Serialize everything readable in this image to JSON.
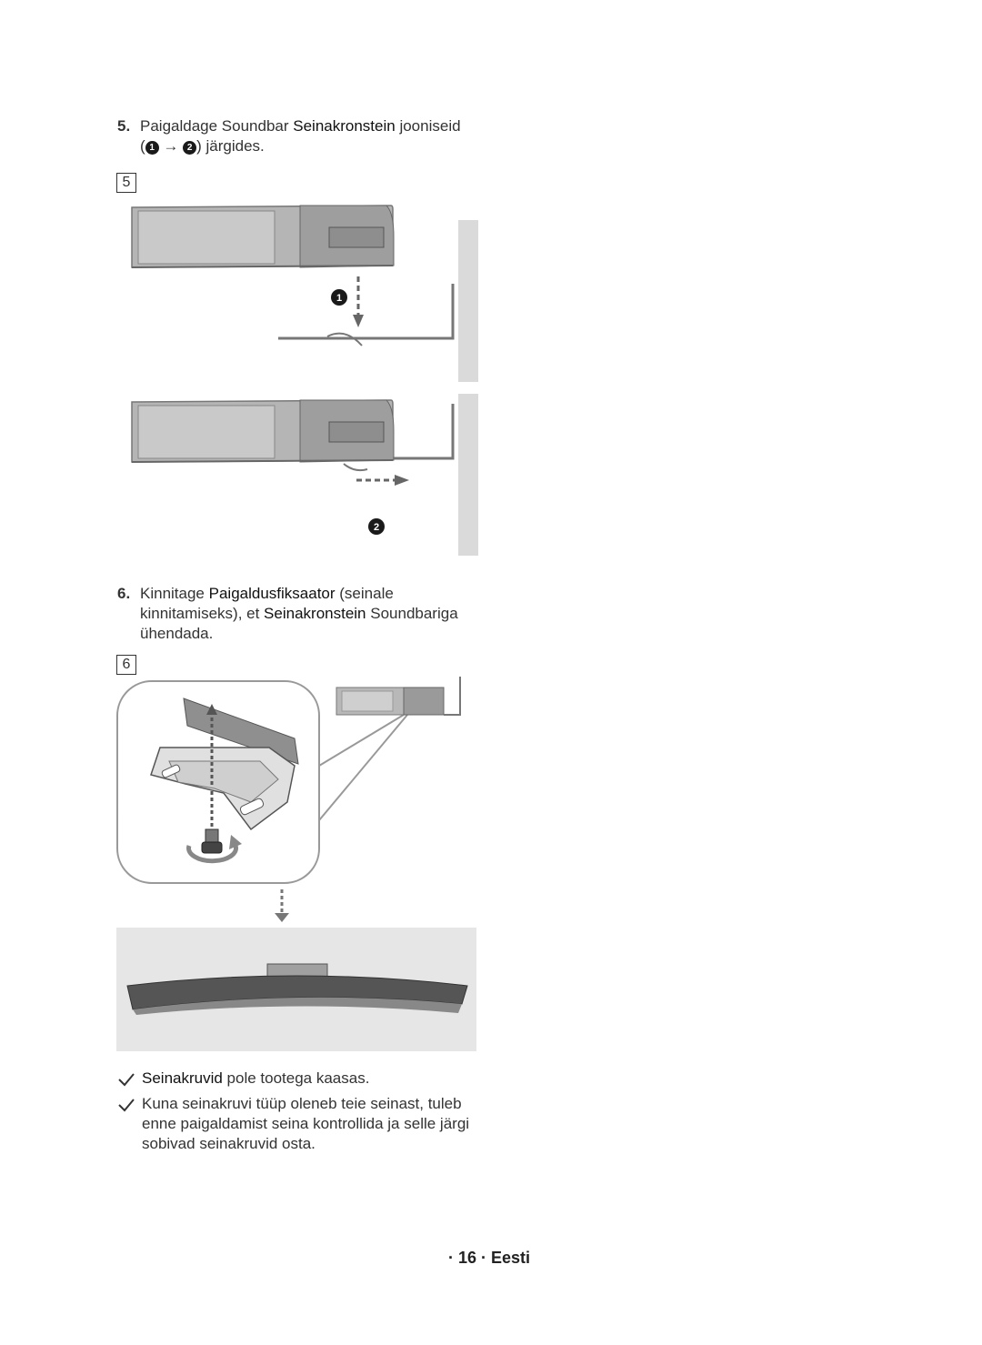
{
  "step5": {
    "number": "5.",
    "line1_a": "Paigaldage Soundbar ",
    "line1_b": "Seinakronstein",
    "line1_c": " jooniseid",
    "line2_open": "(",
    "marker1": "1",
    "arrow": "→",
    "marker2": "2",
    "line2_close": ") järgides."
  },
  "figure5": {
    "label": "5",
    "marker1": "1",
    "marker2": "2"
  },
  "step6": {
    "number": "6.",
    "line1_a": "Kinnitage ",
    "line1_b": "Paigaldusfiksaator",
    "line1_c": " (seinale",
    "line2_a": "kinnitamiseks), et ",
    "line2_b": "Seinakronstein",
    "line2_c": " Soundbariga",
    "line3": "ühendada."
  },
  "figure6": {
    "label": "6"
  },
  "notes": {
    "note1_a": "Seinakruvid",
    "note1_b": " pole tootega kaasas.",
    "note2_line1": "Kuna seinakruvi tüüp oleneb teie seinast, tuleb",
    "note2_line2": "enne paigaldamist seina kontrollida ja selle järgi",
    "note2_line3": "sobivad seinakruvid osta."
  },
  "footer": {
    "text": "· 16 · Eesti"
  },
  "colors": {
    "bar_gray": "#a9a9a9",
    "wall_gray": "#d9d9d9",
    "panel_bg": "#e6e6e6"
  }
}
